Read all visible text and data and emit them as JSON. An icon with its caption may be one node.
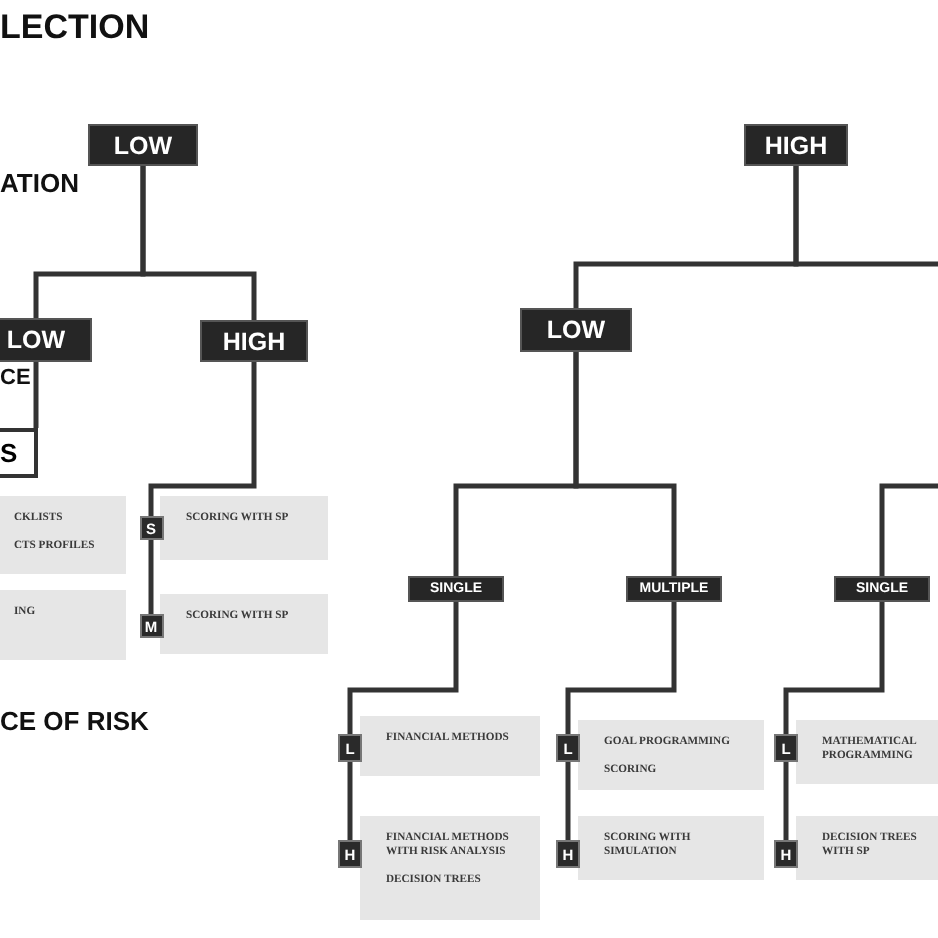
{
  "diagram": {
    "nodes": [
      {
        "text": [
          "LOW"
        ]
      },
      {
        "text": [
          "HIGH"
        ]
      },
      {
        "text": [
          "LOW"
        ]
      },
      {
        "text": [
          "HIGH"
        ]
      },
      {
        "text": [
          "LOW"
        ]
      },
      {
        "text": [
          "S"
        ]
      },
      {
        "text": [
          "S"
        ]
      },
      {
        "text": [
          "SCORING WITH SP"
        ]
      },
      {
        "text": [
          "SINGLE"
        ]
      },
      {
        "text": [
          "MULTIPLE"
        ]
      },
      {
        "text": [
          "SINGLE"
        ]
      },
      {
        "text": [
          "CKLISTS",
          "CTS PROFILES"
        ]
      },
      {
        "text": [
          "M"
        ]
      },
      {
        "text": [
          "SCORING WITH SP"
        ]
      },
      {
        "text": [
          "ING"
        ]
      },
      {
        "text": [
          "L"
        ]
      },
      {
        "text": [
          "FINANCIAL METHODS"
        ]
      },
      {
        "text": [
          "L"
        ]
      },
      {
        "text": [
          "GOAL PROGRAMMING",
          "SCORING"
        ]
      },
      {
        "text": [
          "L"
        ]
      },
      {
        "text": [
          "MATHEMATICAL PROGRAMMING"
        ]
      },
      {
        "text": [
          "H"
        ]
      },
      {
        "text": [
          "FINANCIAL METHODS WITH RISK ANALYSIS",
          "DECISION TREES"
        ]
      },
      {
        "text": [
          "H"
        ]
      },
      {
        "text": [
          "SCORING WITH SIMULATION"
        ]
      },
      {
        "text": [
          "H"
        ]
      },
      {
        "text": [
          "DECISION TREES WITH SP"
        ]
      }
    ],
    "edges": [
      {
        "from": 0,
        "to": 2,
        "arrow": "none"
      },
      {
        "from": 0,
        "to": 3,
        "arrow": "none"
      },
      {
        "from": 1,
        "to": 4,
        "arrow": "none"
      },
      {
        "from": 1,
        "to": null,
        "arrow": "none"
      },
      {
        "from": 4,
        "to": 8,
        "arrow": "none"
      },
      {
        "from": 4,
        "to": 9,
        "arrow": "none"
      },
      {
        "from": null,
        "to": 10,
        "arrow": "none"
      },
      {
        "from": 2,
        "to": 5,
        "arrow": "none"
      },
      {
        "from": 3,
        "to": 6,
        "arrow": "none"
      },
      {
        "from": 6,
        "to": 12,
        "arrow": "none"
      },
      {
        "from": 8,
        "to": 15,
        "arrow": "none"
      },
      {
        "from": 15,
        "to": 21,
        "arrow": "none"
      },
      {
        "from": 9,
        "to": 17,
        "arrow": "none"
      },
      {
        "from": 17,
        "to": 23,
        "arrow": "none"
      },
      {
        "from": 10,
        "to": 19,
        "arrow": "none"
      },
      {
        "from": 19,
        "to": 25,
        "arrow": "none"
      }
    ],
    "labels": [
      "LECTION",
      "ATION",
      "CE",
      "CE OF RISK"
    ]
  }
}
